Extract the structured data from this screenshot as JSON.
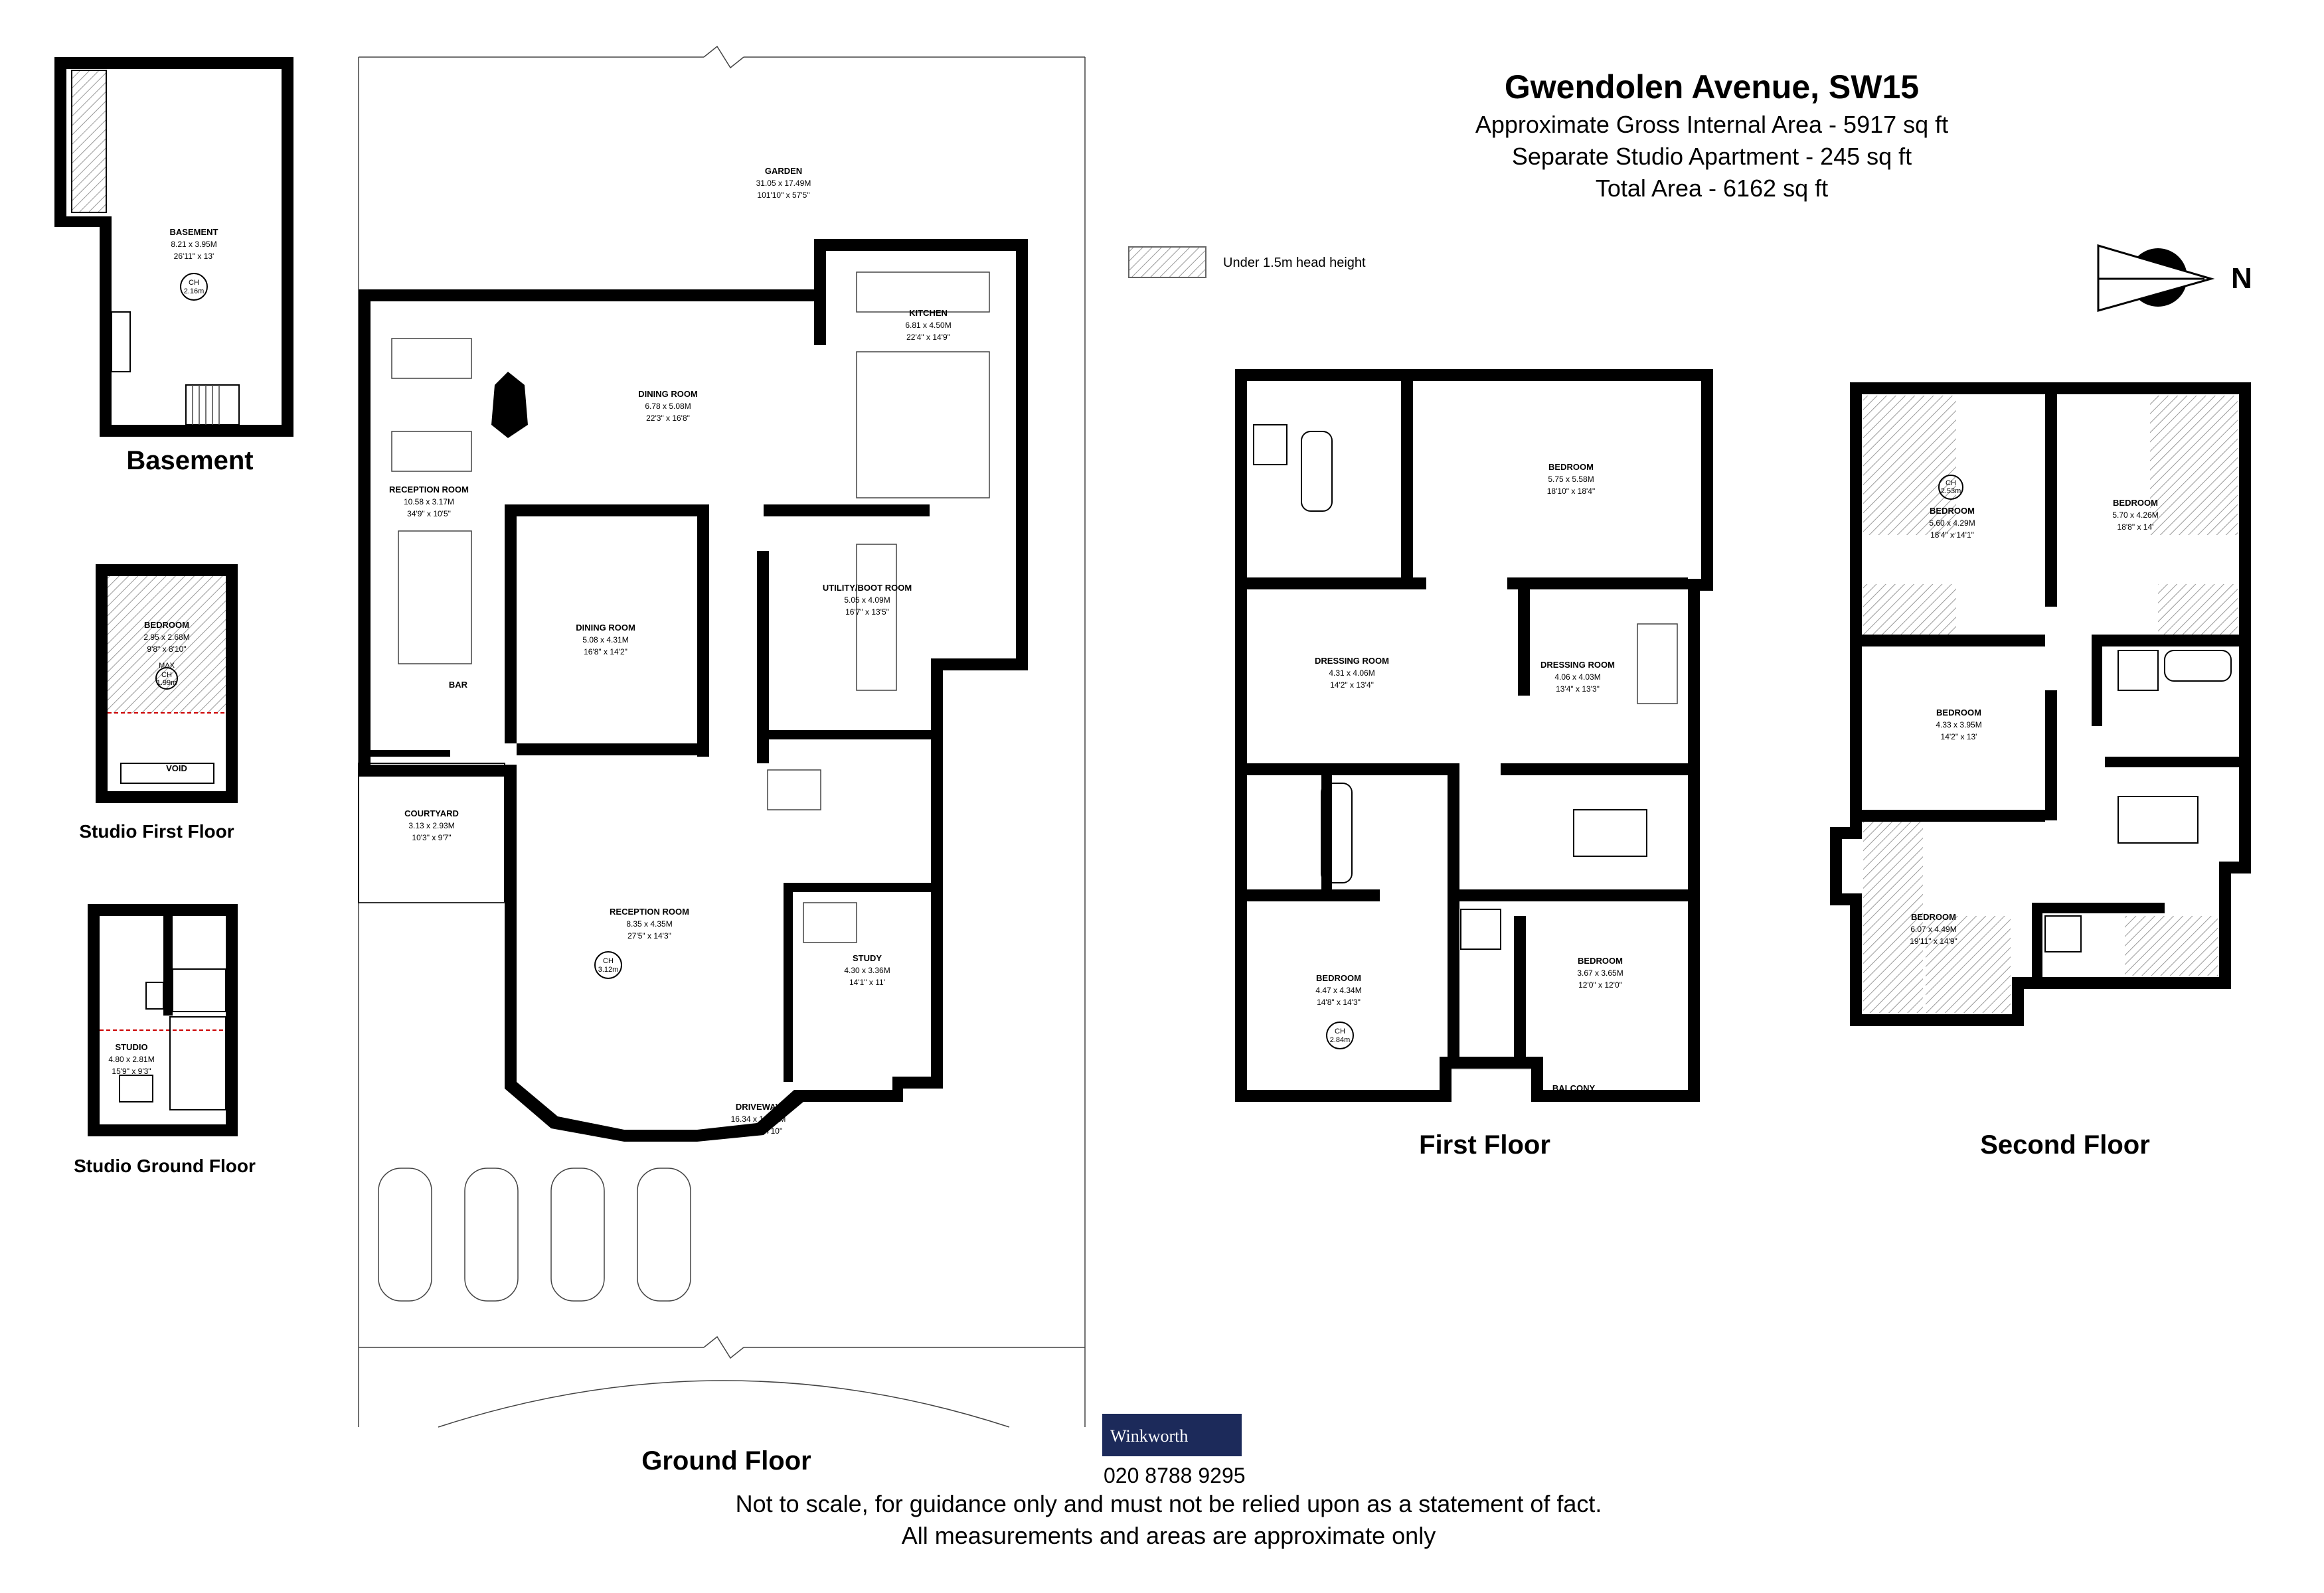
{
  "header": {
    "title": "Gwendolen Avenue, SW15",
    "line1": "Approximate Gross Internal Area - 5917 sq ft",
    "line2": "Separate Studio Apartment - 245 sq ft",
    "line3": "Total Area - 6162 sq ft"
  },
  "legend": {
    "hatch_label": "Under 1.5m head height"
  },
  "compass": {
    "label": "N"
  },
  "floors": {
    "basement": "Basement",
    "studio_first": "Studio First Floor",
    "studio_ground": "Studio Ground Floor",
    "ground": "Ground Floor",
    "first": "First Floor",
    "second": "Second Floor"
  },
  "rooms": {
    "basement": {
      "name": "BASEMENT",
      "m": "8.21 x 3.95M",
      "ft": "26'11\" x 13'",
      "ch1": "CH",
      "ch2": "2.16m"
    },
    "studio_bedroom": {
      "name": "BEDROOM",
      "m": "2.95 x 2.68M",
      "ft": "9'8\" x 8'10\"",
      "max": "MAX",
      "ch1": "CH",
      "ch2": "1.99m"
    },
    "void": {
      "name": "VOID"
    },
    "studio": {
      "name": "STUDIO",
      "m": "4.80 x 2.81M",
      "ft": "15'9\" x 9'3\""
    },
    "garden": {
      "name": "GARDEN",
      "m": "31.05 x 17.49M",
      "ft": "101'10\" x 57'5\""
    },
    "kitchen": {
      "name": "KITCHEN",
      "m": "6.81 x 4.50M",
      "ft": "22'4\" x 14'9\""
    },
    "dining_main": {
      "name": "DINING ROOM",
      "m": "6.78 x 5.08M",
      "ft": "22'3\" x 16'8\""
    },
    "reception_left": {
      "name": "RECEPTION ROOM",
      "m": "10.58 x 3.17M",
      "ft": "34'9\" x 10'5\""
    },
    "dining_2": {
      "name": "DINING ROOM",
      "m": "5.08 x 4.31M",
      "ft": "16'8\" x 14'2\""
    },
    "utility": {
      "name": "UTILITY/BOOT ROOM",
      "m": "5.05 x 4.09M",
      "ft": "16'7\" x 13'5\""
    },
    "bar": {
      "name": "BAR"
    },
    "courtyard": {
      "name": "COURTYARD",
      "m": "3.13 x 2.93M",
      "ft": "10'3\" x 9'7\""
    },
    "reception_main": {
      "name": "RECEPTION ROOM",
      "m": "8.35 x 4.35M",
      "ft": "27'5\" x 14'3\"",
      "ch1": "CH",
      "ch2": "3.12m"
    },
    "study": {
      "name": "STUDY",
      "m": "4.30 x 3.36M",
      "ft": "14'1\" x 11'"
    },
    "driveway": {
      "name": "DRIVEWAY",
      "m": "16.34 x 10.61M",
      "ft": "53'7\" x 34'10\""
    },
    "ff_bedroom_top": {
      "name": "BEDROOM",
      "m": "5.75 x 5.58M",
      "ft": "18'10\" x 18'4\""
    },
    "ff_dressing_1": {
      "name": "DRESSING ROOM",
      "m": "4.31 x 4.06M",
      "ft": "14'2\" x 13'4\""
    },
    "ff_dressing_2": {
      "name": "DRESSING ROOM",
      "m": "4.06 x 4.03M",
      "ft": "13'4\" x 13'3\""
    },
    "ff_bedroom_left": {
      "name": "BEDROOM",
      "m": "4.47 x 4.34M",
      "ft": "14'8\" x 14'3\"",
      "ch1": "CH",
      "ch2": "2.84m"
    },
    "ff_bedroom_right": {
      "name": "BEDROOM",
      "m": "3.67 x 3.65M",
      "ft": "12'0\" x 12'0\""
    },
    "balcony": {
      "name": "BALCONY"
    },
    "sf_bedroom_1": {
      "name": "BEDROOM",
      "m": "5.60 x 4.29M",
      "ft": "18'4\" x 14'1\"",
      "ch1": "CH",
      "ch2": "2.53m"
    },
    "sf_bedroom_2": {
      "name": "BEDROOM",
      "m": "5.70 x 4.26M",
      "ft": "18'8\" x 14'"
    },
    "sf_bedroom_3": {
      "name": "BEDROOM",
      "m": "4.33 x 3.95M",
      "ft": "14'2\" x 13'"
    },
    "sf_bedroom_4": {
      "name": "BEDROOM",
      "m": "6.07 x 4.49M",
      "ft": "19'11\" x 14'9\""
    }
  },
  "branding": {
    "agent": "Winkworth",
    "phone": "020 8788 9295",
    "brand_color": "#1c2a5a"
  },
  "footer": {
    "line1": "Not to scale, for guidance only and must not be relied upon as a statement of fact.",
    "line2": "All measurements and areas are approximate only"
  }
}
